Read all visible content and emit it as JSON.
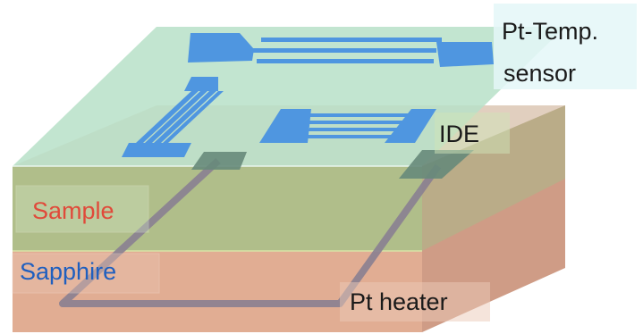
{
  "labels": {
    "sensor_line1": "Pt-Temp.",
    "sensor_line2": "sensor",
    "ide": "IDE",
    "sample": "Sample",
    "sapphire": "Sapphire",
    "heater": "Pt heater"
  },
  "colors": {
    "sample_layer": "#b7e1c8",
    "substrate_front": "#e1ad93",
    "substrate_side": "#cf9c86",
    "electrode": "#4f96e0",
    "heater_trace": "#8a7f91",
    "heater_pad": "#67897a",
    "sample_text": "#e04a3a",
    "sapphire_text": "#1f5fbf",
    "label_text": "#1a1a1a"
  }
}
